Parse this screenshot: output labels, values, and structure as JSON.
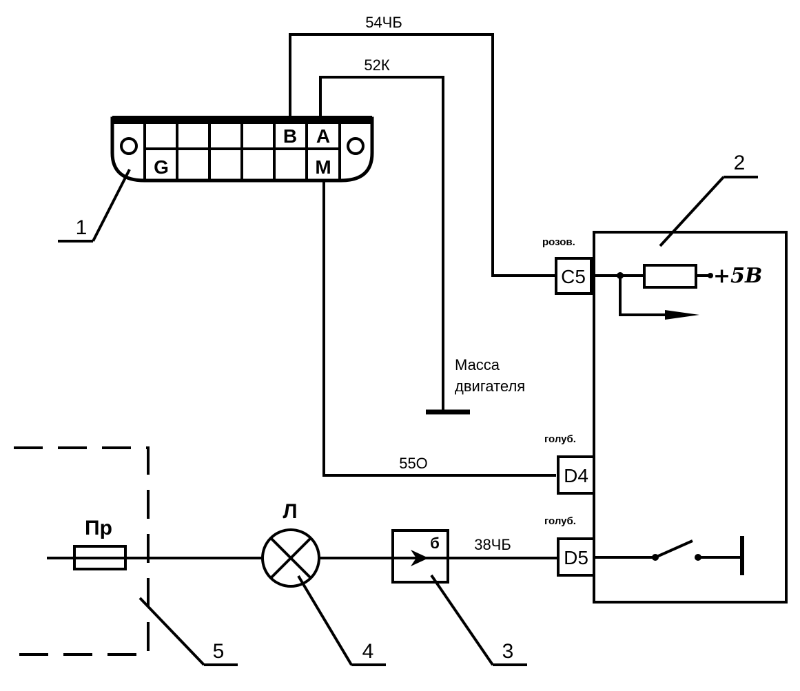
{
  "connector": {
    "pins": {
      "b": "B",
      "a": "A",
      "m": "M",
      "g": "G"
    }
  },
  "wires": {
    "w54": "54ЧБ",
    "w52": "52К",
    "w55": "55О",
    "w38": "38ЧБ"
  },
  "ground": {
    "line1": "Масса",
    "line2": "двигателя"
  },
  "ecu": {
    "c5": "C5",
    "d4": "D4",
    "d5": "D5",
    "c5_color": "розов.",
    "d4_color": "голуб.",
    "d5_color": "голуб.",
    "voltage": "+5В"
  },
  "components": {
    "fuse": "Пр",
    "lamp": "Л",
    "block3": "б"
  },
  "callouts": {
    "c1": "1",
    "c2": "2",
    "c3": "3",
    "c4": "4",
    "c5": "5"
  }
}
